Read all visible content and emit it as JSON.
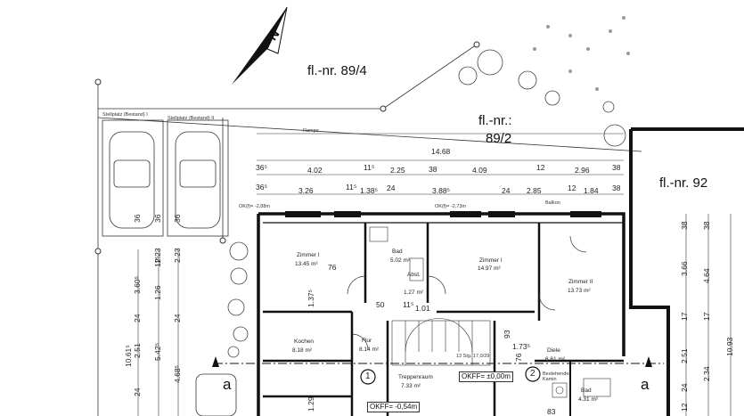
{
  "parcels": {
    "p894": "fl.-nr. 89/4",
    "p892a": "fl.-nr.:",
    "p892b": "89/2",
    "p92": "fl.-nr. 92"
  },
  "north": "N",
  "parking": {
    "s1": "Stellplatz (Bestand) I",
    "s2": "Stellplatz (Bestand) II"
  },
  "boundary": "Rampe",
  "levels": {
    "l1": "OK(f)= -2,88m",
    "l2": "OK(f)= -2,73m",
    "ff": "OKFF= ±0,00m",
    "ff2": "OKFF= -0,54m"
  },
  "balcony": "Balkon",
  "rooms": {
    "z1l": {
      "name": "Zimmer I",
      "area": "13.45 m²"
    },
    "bad": {
      "name": "Bad",
      "area": "5.02 m²"
    },
    "abst": {
      "name": "Abst.",
      "area": "1.27 m²"
    },
    "z1r": {
      "name": "Zimmer I",
      "area": "14.97 m²"
    },
    "z2": {
      "name": "Zimmer II",
      "area": "13.73 m²"
    },
    "kochen": {
      "name": "Kochen",
      "area": "8.18 m²"
    },
    "flur": {
      "name": "Flur",
      "area": "8.14 m²"
    },
    "treppe": {
      "name": "Treppenraum",
      "area": "7.33 m²"
    },
    "diele": {
      "name": "Diele",
      "area": "6.61 m²"
    },
    "bad2": {
      "name": "Bad",
      "area": "4.31 m²"
    },
    "kamin": {
      "name": "Bestehender Kamin"
    }
  },
  "stair": "13 Stg. 17,0/29",
  "markers": {
    "m1": "1",
    "m2": "2"
  },
  "section": "a",
  "dims_top": {
    "total": "14.68",
    "r1": [
      "36⁵",
      "4.02",
      "11⁵",
      "2.25",
      "38",
      "4.09",
      "12",
      "2.96",
      "38"
    ],
    "r2": [
      "36⁵",
      "3.26",
      "11⁵",
      "1.38⁵",
      "24",
      "3.88⁵",
      "24",
      "2.85",
      "12",
      "1.84",
      "38"
    ]
  },
  "dims_left": [
    "10.61⁵",
    "3.60⁵",
    "11⁵",
    "1.26",
    "24",
    "2.51",
    "24",
    "2.23",
    "2.23",
    "5.42⁵",
    "4.68⁵",
    "24",
    "36",
    "36",
    "36"
  ],
  "dims_inner": [
    "76",
    "1.37⁵",
    "50",
    "11⁵",
    "1.01",
    "1.73⁵",
    "93",
    "76",
    "1.29",
    "83"
  ],
  "dims_right": [
    "38",
    "38",
    "3.66",
    "4.64",
    "17",
    "17",
    "2.51",
    "2.34",
    "24",
    "12",
    "10.93"
  ]
}
